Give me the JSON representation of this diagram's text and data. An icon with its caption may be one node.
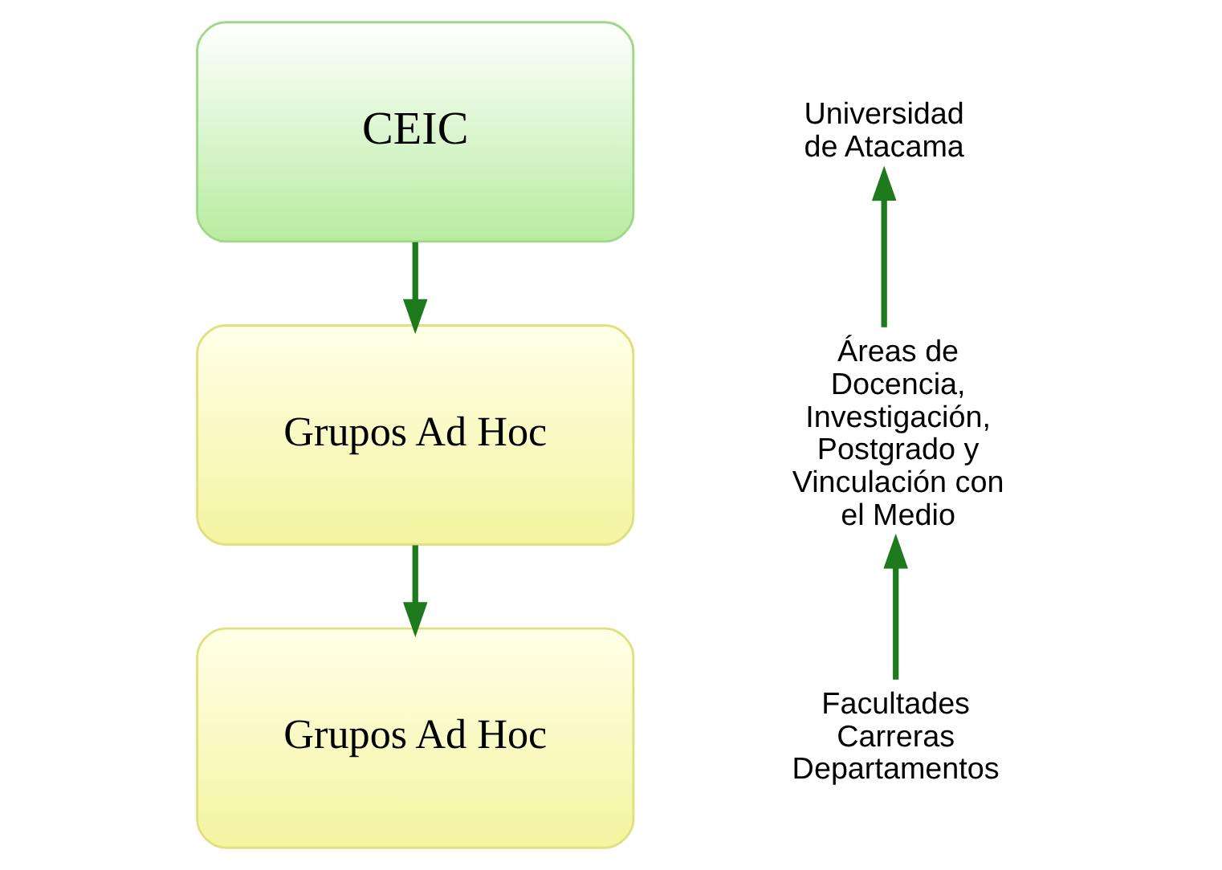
{
  "diagram": {
    "nodes": [
      {
        "text": [
          "CEIC"
        ]
      },
      {
        "text": [
          "Grupos Ad Hoc"
        ]
      },
      {
        "text": [
          "Grupos Ad Hoc"
        ]
      },
      {
        "text": [
          "Universidad de Atacama"
        ]
      },
      {
        "text": [
          "Áreas de Docencia, Investigación, Postgrado y Vinculación con el Medio"
        ]
      },
      {
        "text": [
          "Facultades Carreras Departamentos"
        ]
      }
    ],
    "edges": [
      {
        "from": 0,
        "to": 1,
        "arrow": "to"
      },
      {
        "from": 1,
        "to": 2,
        "arrow": "to"
      },
      {
        "from": 4,
        "to": 3,
        "arrow": "to"
      },
      {
        "from": 5,
        "to": 4,
        "arrow": "to"
      }
    ]
  }
}
